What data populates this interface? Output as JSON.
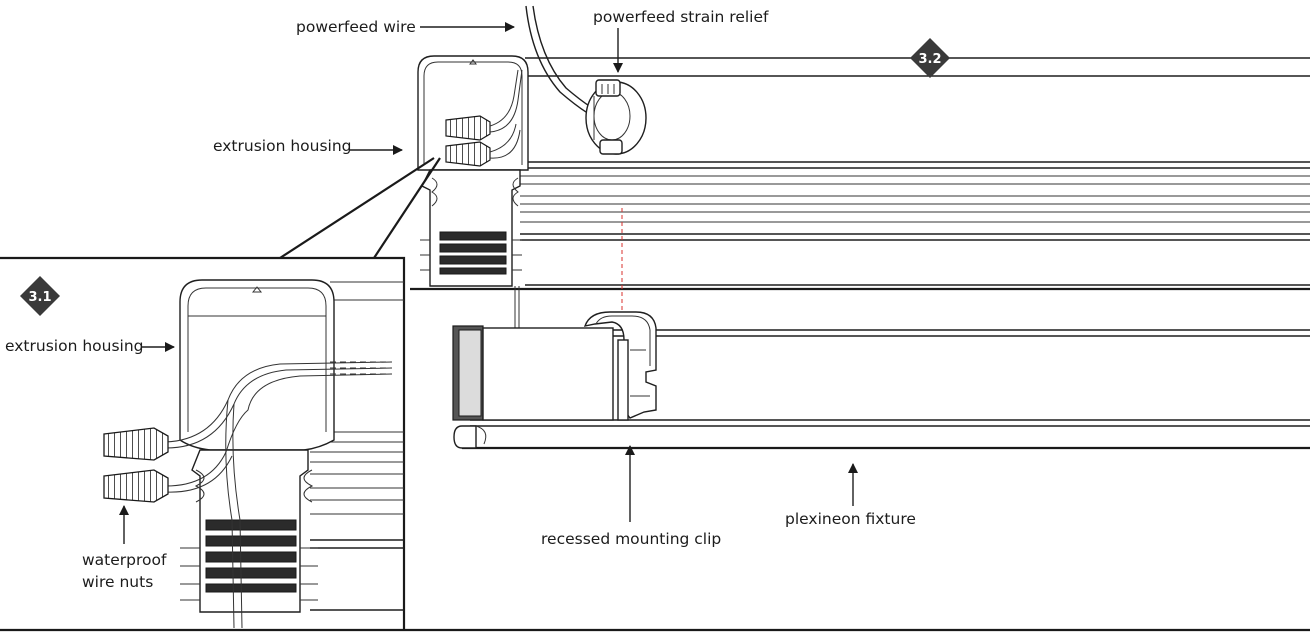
{
  "badges": {
    "main_step": "3.2",
    "inset_step": "3.1"
  },
  "main_view": {
    "label_powerfeed_wire": "powerfeed wire",
    "label_strain_relief": "powerfeed strain relief",
    "label_extrusion_housing": "extrusion housing",
    "label_mounting_clip": "recessed mounting clip",
    "label_fixture": "plexineon fixture"
  },
  "inset_view": {
    "label_extrusion_housing": "extrusion housing",
    "label_wire_nuts_line1": "waterproof",
    "label_wire_nuts_line2": "wire nuts"
  },
  "colors": {
    "line": "#1f1f1f",
    "badge_fill": "#3a3a3a",
    "alignment_guide": "#d9302c"
  }
}
